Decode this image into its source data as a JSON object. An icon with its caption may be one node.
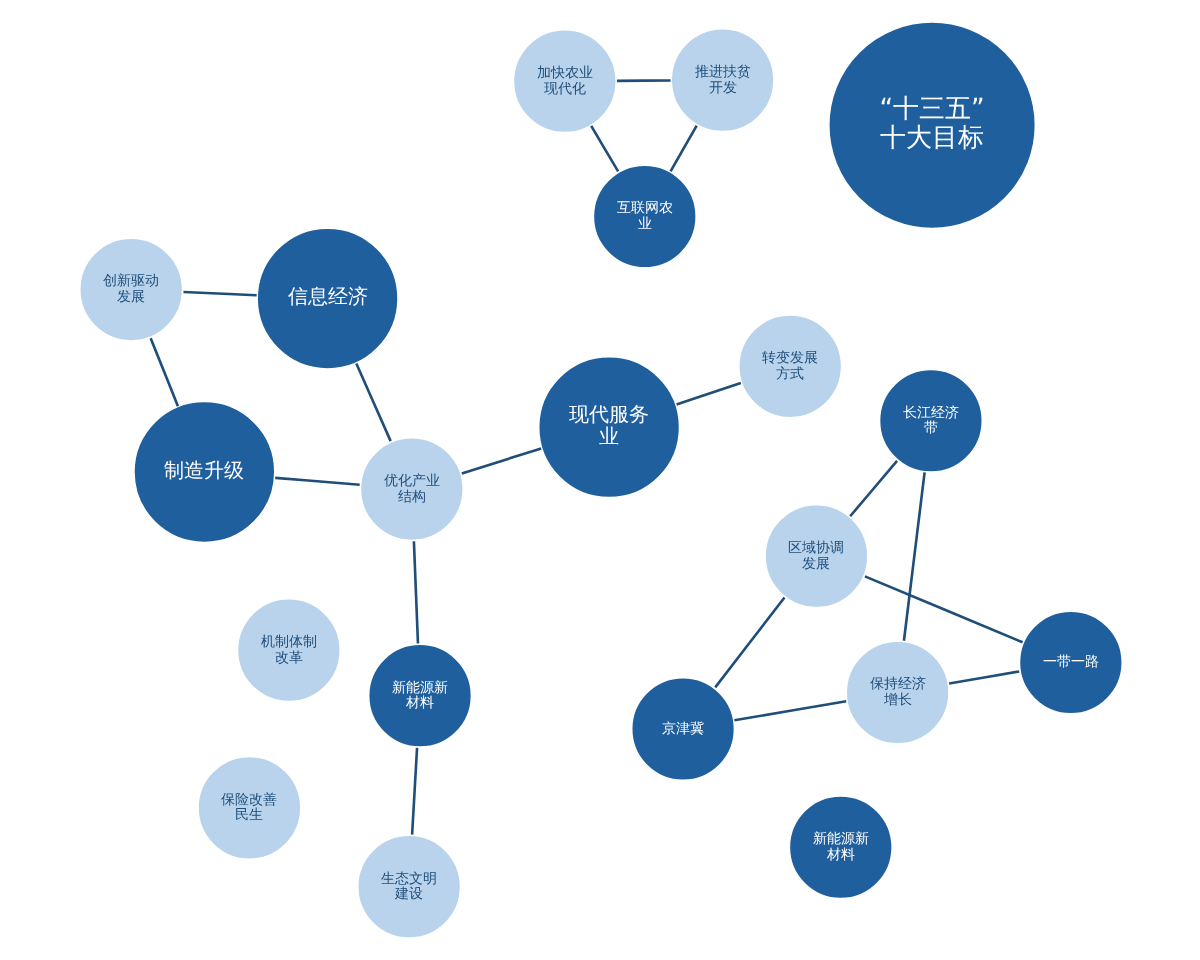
{
  "diagram": {
    "nodes": [
      {
        "text": [
          "机制体制改革"
        ]
      },
      {
        "text": [
          "保险改善民生"
        ]
      },
      {
        "text": [
          "保持经济增长"
        ]
      },
      {
        "text": [
          "一带一路"
        ]
      },
      {
        "text": [
          "现代服务业"
        ]
      },
      {
        "text": [
          "转变发展方式"
        ]
      },
      {
        "text": [
          "京津冀"
        ]
      },
      {
        "text": [
          "“十三五” 十大目标"
        ]
      },
      {
        "text": [
          "区域协调发展"
        ]
      },
      {
        "text": [
          "长江经济带"
        ]
      },
      {
        "text": [
          "制造升级"
        ]
      },
      {
        "text": [
          "优化产业结构"
        ]
      },
      {
        "text": [
          "加快农业现代化"
        ]
      },
      {
        "text": [
          "信息经济"
        ]
      },
      {
        "text": [
          "创新驱动发展"
        ]
      },
      {
        "text": [
          "推进扶贫开发"
        ]
      },
      {
        "text": [
          "互联网农业"
        ]
      },
      {
        "text": [
          "生态文明建设"
        ]
      },
      {
        "text": [
          "新能源新材料"
        ]
      },
      {
        "text": [
          "新能源新材料"
        ]
      }
    ],
    "edges": [
      {
        "from": 4,
        "to": 5,
        "arrow": "none"
      },
      {
        "from": 4,
        "to": 11,
        "arrow": "none"
      },
      {
        "from": 10,
        "to": 11,
        "arrow": "none"
      },
      {
        "from": 10,
        "to": 14,
        "arrow": "none"
      },
      {
        "from": 13,
        "to": 11,
        "arrow": "none"
      },
      {
        "from": 13,
        "to": 14,
        "arrow": "none"
      },
      {
        "from": 18,
        "to": 11,
        "arrow": "none"
      },
      {
        "from": 18,
        "to": 17,
        "arrow": "none"
      },
      {
        "from": 2,
        "to": 3,
        "arrow": "none"
      },
      {
        "from": 2,
        "to": 6,
        "arrow": "none"
      },
      {
        "from": 2,
        "to": 9,
        "arrow": "none"
      },
      {
        "from": 8,
        "to": 3,
        "arrow": "none"
      },
      {
        "from": 8,
        "to": 6,
        "arrow": "none"
      },
      {
        "from": 8,
        "to": 9,
        "arrow": "none"
      },
      {
        "from": 12,
        "to": 16,
        "arrow": "none"
      },
      {
        "from": 15,
        "to": 16,
        "arrow": "none"
      },
      {
        "from": 12,
        "to": 15,
        "arrow": "none"
      }
    ]
  }
}
